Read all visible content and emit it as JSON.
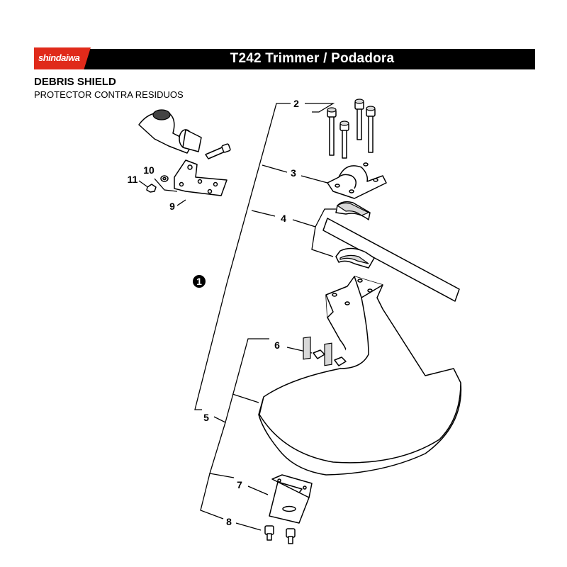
{
  "header": {
    "brand": "shindaiwa",
    "title": "T242 Trimmer / Podadora"
  },
  "section": {
    "title": "DEBRIS SHIELD",
    "subtitle": "PROTECTOR CONTRA RESIDUOS"
  },
  "callouts": {
    "assembly": "1",
    "p2": "2",
    "p3": "3",
    "p4": "4",
    "p5": "5",
    "p6": "6",
    "p7": "7",
    "p8": "8",
    "p9": "9",
    "p10": "10",
    "p11": "11"
  },
  "colors": {
    "brand": "#e02a1a",
    "bar": "#000000"
  }
}
